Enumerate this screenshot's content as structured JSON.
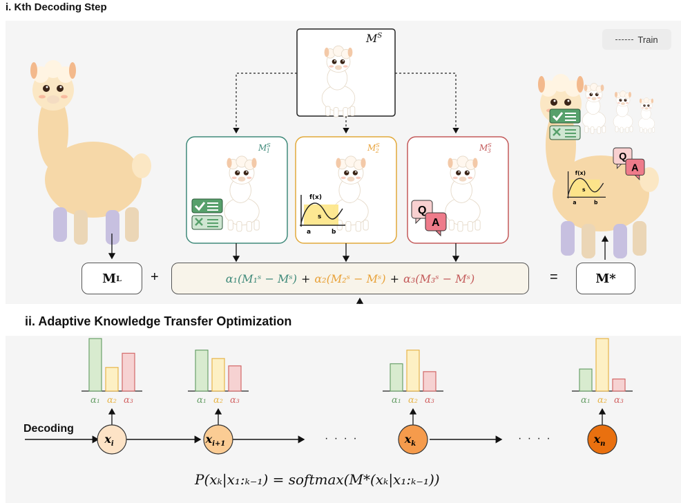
{
  "section1": {
    "title": "i. Kth Decoding Step"
  },
  "legend": {
    "label": "Train"
  },
  "models": {
    "small": "M",
    "small_sup": "S",
    "expert1": {
      "base": "M",
      "sub": "1",
      "sup": "S",
      "color": "#3f8a7a"
    },
    "expert2": {
      "base": "M",
      "sub": "2",
      "sup": "S",
      "color": "#e8a23a"
    },
    "expert3": {
      "base": "M",
      "sub": "3",
      "sup": "S",
      "color": "#c35a5a"
    },
    "large": "M",
    "large_sup": "L",
    "merged": "M*"
  },
  "equation": {
    "plus": "+",
    "equals": "=",
    "term1": "α₁(M₁ˢ − Mˢ)",
    "term2": "α₂(M₂ˢ − Mˢ)",
    "term3": "α₃(M₃ˢ − Mˢ)",
    "join": "+"
  },
  "section2": {
    "title": "ii.  Adaptive Knowledge Transfer Optimization"
  },
  "decoding_label": "Decoding",
  "alpha_labels": [
    "α₁",
    "α₂",
    "α₃"
  ],
  "tokens": [
    {
      "label": "x",
      "sub": "i",
      "color": "#fde3c6"
    },
    {
      "label": "x",
      "sub": "i+1",
      "color": "#fbcc94"
    },
    {
      "label": "x",
      "sub": "k",
      "color": "#f59b4c"
    },
    {
      "label": "x",
      "sub": "n",
      "color": "#e9700f"
    }
  ],
  "ellipsis": "· · · ·",
  "formula": "P(xₖ|x₁:ₖ₋₁) = softmax(M*(xₖ|x₁:ₖ₋₁))",
  "chart_data": [
    {
      "type": "bar",
      "categories": [
        "α₁",
        "α₂",
        "α₃"
      ],
      "values": [
        1.0,
        0.45,
        0.72
      ]
    },
    {
      "type": "bar",
      "categories": [
        "α₁",
        "α₂",
        "α₃"
      ],
      "values": [
        0.78,
        0.62,
        0.48
      ]
    },
    {
      "type": "bar",
      "categories": [
        "α₁",
        "α₂",
        "α₃"
      ],
      "values": [
        0.52,
        0.78,
        0.37
      ]
    },
    {
      "type": "bar",
      "categories": [
        "α₁",
        "α₂",
        "α₃"
      ],
      "values": [
        0.42,
        1.0,
        0.23
      ]
    }
  ],
  "colors": {
    "alpha1": "#6aa06a",
    "alpha2": "#e7b54a",
    "alpha3": "#d36767",
    "bar1_fill": "#d8ebcf",
    "bar2_fill": "#fdf0c4",
    "bar3_fill": "#f6d2d2"
  }
}
